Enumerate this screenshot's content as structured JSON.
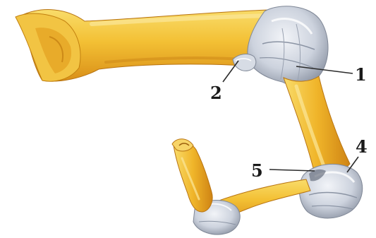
{
  "labels": {
    "l1": "1",
    "l2": "2",
    "l4": "4",
    "l5": "5"
  },
  "colors": {
    "bone_light": "#f7d14a",
    "bone_mid": "#f0b52a",
    "bone_dark": "#d98f18",
    "bone_shadow": "#c57a10",
    "capsule_light": "#e8ecf3",
    "capsule_mid": "#c9d0dc",
    "capsule_dark": "#8f97a6",
    "leader": "#2b2b2b"
  }
}
